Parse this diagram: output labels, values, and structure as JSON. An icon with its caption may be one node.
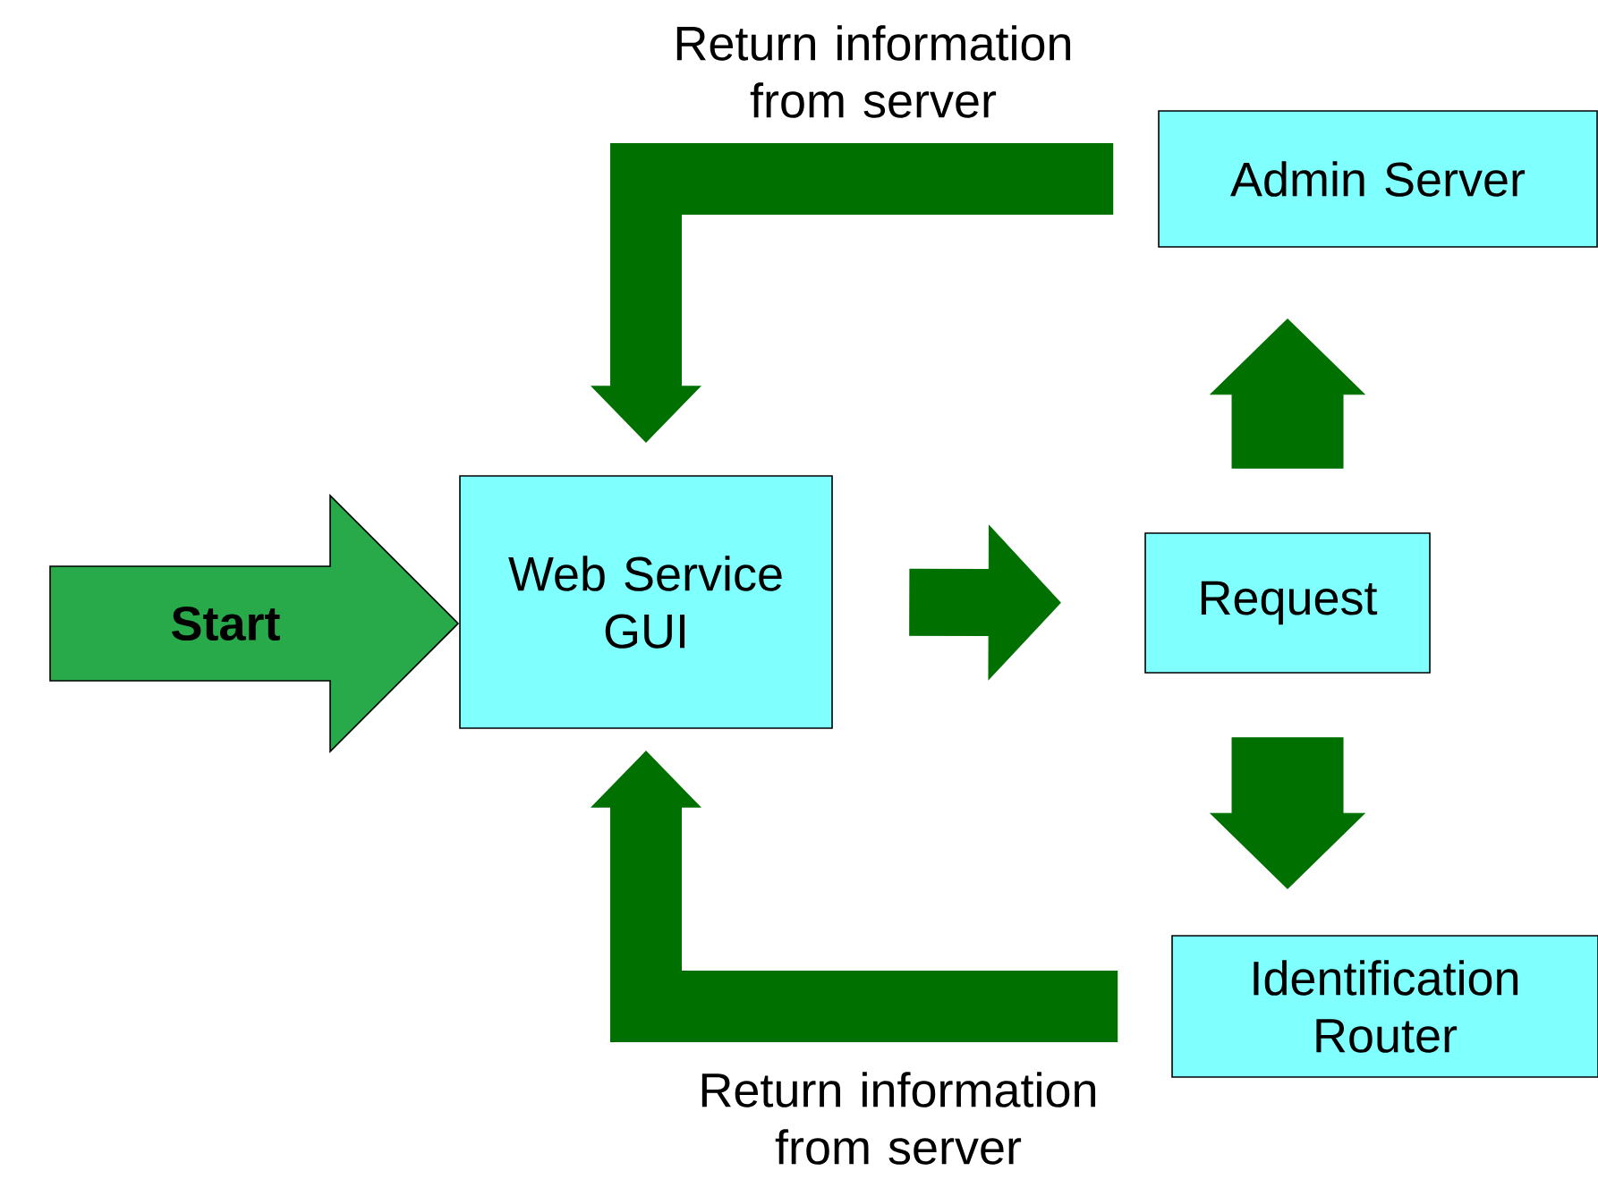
{
  "diagram": {
    "nodes": [
      {
        "text": [
          "Start"
        ]
      },
      {
        "text": [
          "Web Service GUI"
        ]
      },
      {
        "text": [
          "Request"
        ]
      },
      {
        "text": [
          "Admin Server"
        ]
      },
      {
        "text": [
          "Identification Router"
        ]
      }
    ],
    "edges": [
      {
        "from": 1,
        "to": 2,
        "arrow": "to"
      },
      {
        "from": 2,
        "to": 3,
        "arrow": "to"
      },
      {
        "from": 2,
        "to": 4,
        "arrow": "to"
      },
      {
        "from": 3,
        "to": 1,
        "arrow": "to",
        "label": "Return information from server"
      },
      {
        "from": 4,
        "to": 1,
        "arrow": "to",
        "label": "Return information from server"
      }
    ]
  }
}
